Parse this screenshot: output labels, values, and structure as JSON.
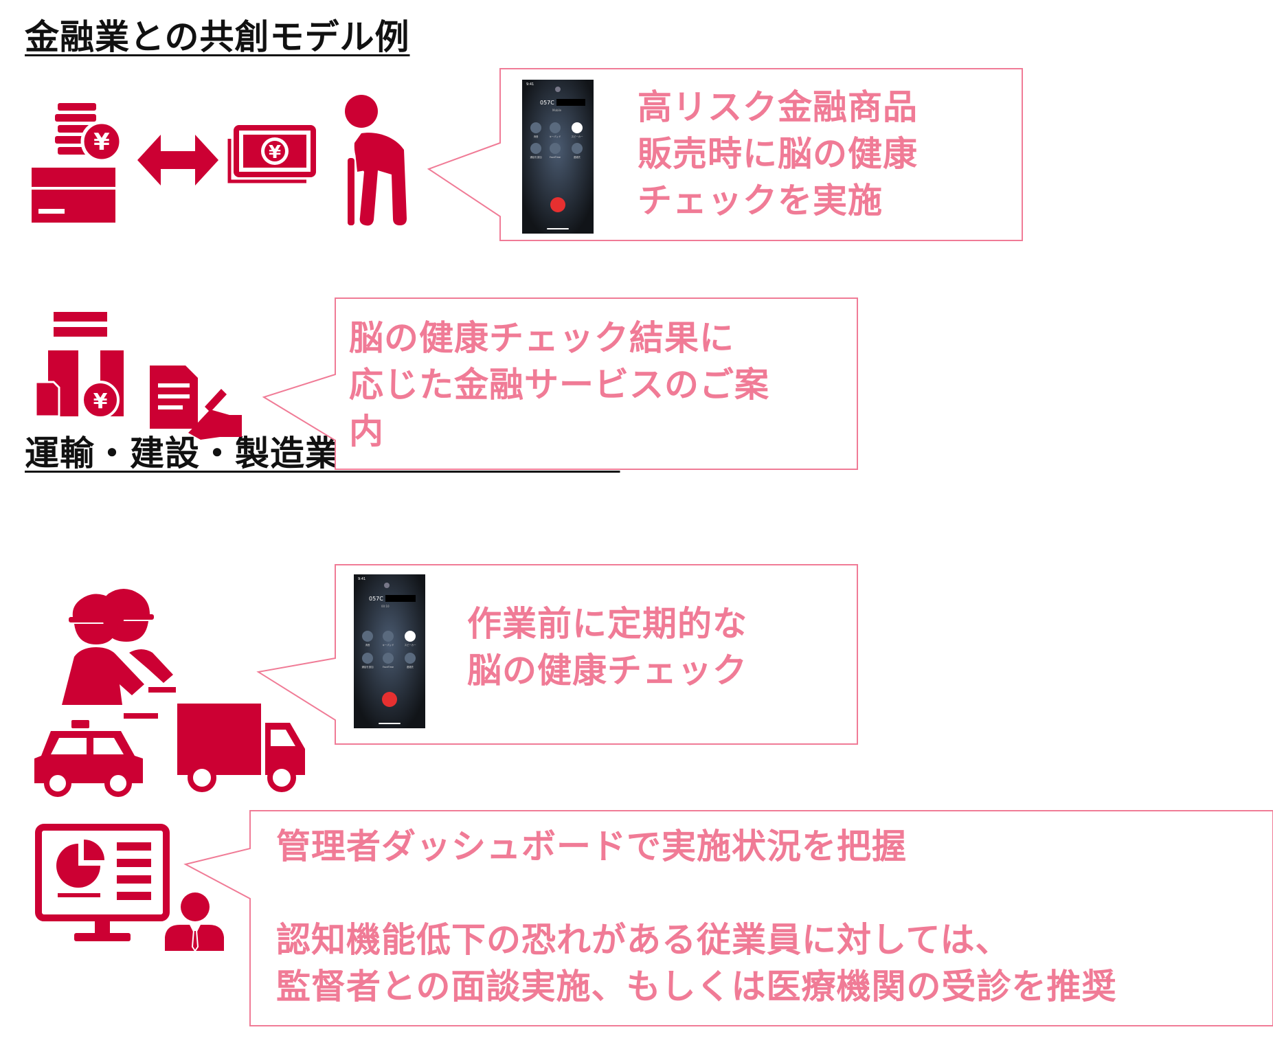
{
  "sections": {
    "finance": {
      "heading": "金融業との共創モデル例",
      "callout1": "高リスク金融商品\n販売時に脳の健康\nチェックを実施",
      "callout2": "脳の健康チェック結果に\n応じた金融サービスのご案\n内"
    },
    "transport": {
      "heading": "運輸・建設・製造業との共創モデル例",
      "callout1": "作業前に定期的な\n脳の健康チェック",
      "callout2": "管理者ダッシュボードで実施状況を把握\n\n認知機能低下の恐れがある従業員に対しては、\n監督者との面談実施、もしくは医療機関の受診を推奨"
    }
  },
  "phone": {
    "number": "057C",
    "time": "9:41",
    "label_top": "Mobile",
    "timer": "00:10",
    "buttons": [
      "消音",
      "キーパッド",
      "スピーカー",
      "通話を追加",
      "FaceTime",
      "連絡先"
    ]
  },
  "colors": {
    "icon_red": "#cc0033",
    "callout_text": "#f07b96",
    "callout_border": "#f07b96"
  },
  "icons": [
    "coins-card-icon",
    "double-arrow-icon",
    "cash-bill-icon",
    "elderly-person-icon",
    "stacks-document-icon",
    "signing-hand-icon",
    "workers-icon",
    "taxi-icon",
    "truck-icon",
    "monitor-dashboard-icon",
    "manager-icon"
  ]
}
